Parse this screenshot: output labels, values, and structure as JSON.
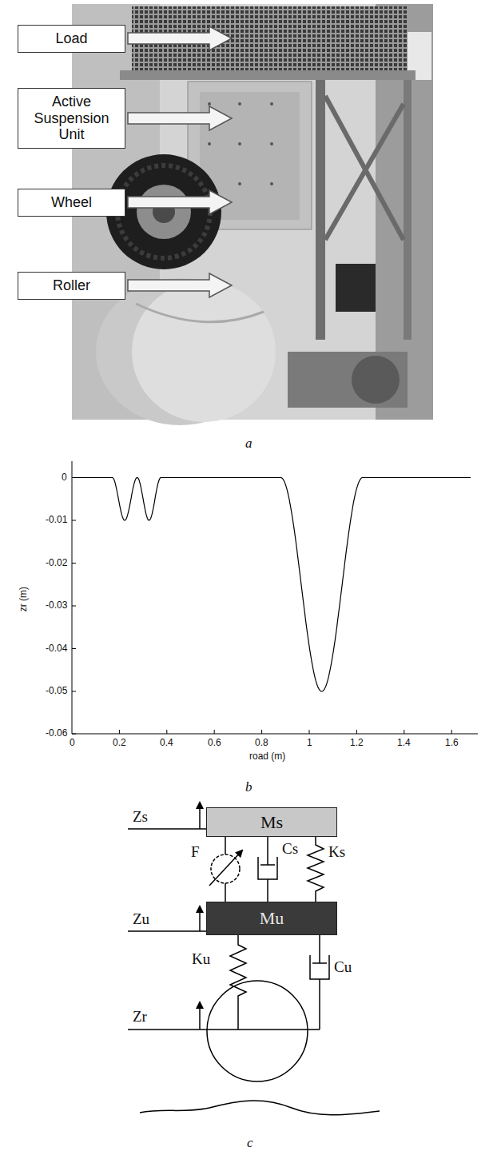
{
  "diagram": {
    "nodes": [
      {
        "text": [
          "Load"
        ]
      },
      {
        "text": [
          "Active Suspension Unit"
        ]
      },
      {
        "text": [
          "Wheel"
        ]
      },
      {
        "text": [
          "Roller"
        ]
      },
      {
        "text": [
          "Ms"
        ]
      },
      {
        "text": [
          "Mu"
        ]
      }
    ],
    "labels": [
      "a",
      "0",
      "-0.01",
      "-0.02",
      "-0.03",
      "-0.04",
      "-0.05",
      "-0.06",
      "zr (m)",
      "0",
      "0.2",
      "0.4",
      "0.6",
      "0.8",
      "1",
      "1.2",
      "1.4",
      "1.6",
      "road (m)",
      "b",
      "Zs",
      "F",
      "Cs",
      "Ks",
      "Zu",
      "Ku",
      "Cu",
      "Zr",
      "c"
    ]
  }
}
